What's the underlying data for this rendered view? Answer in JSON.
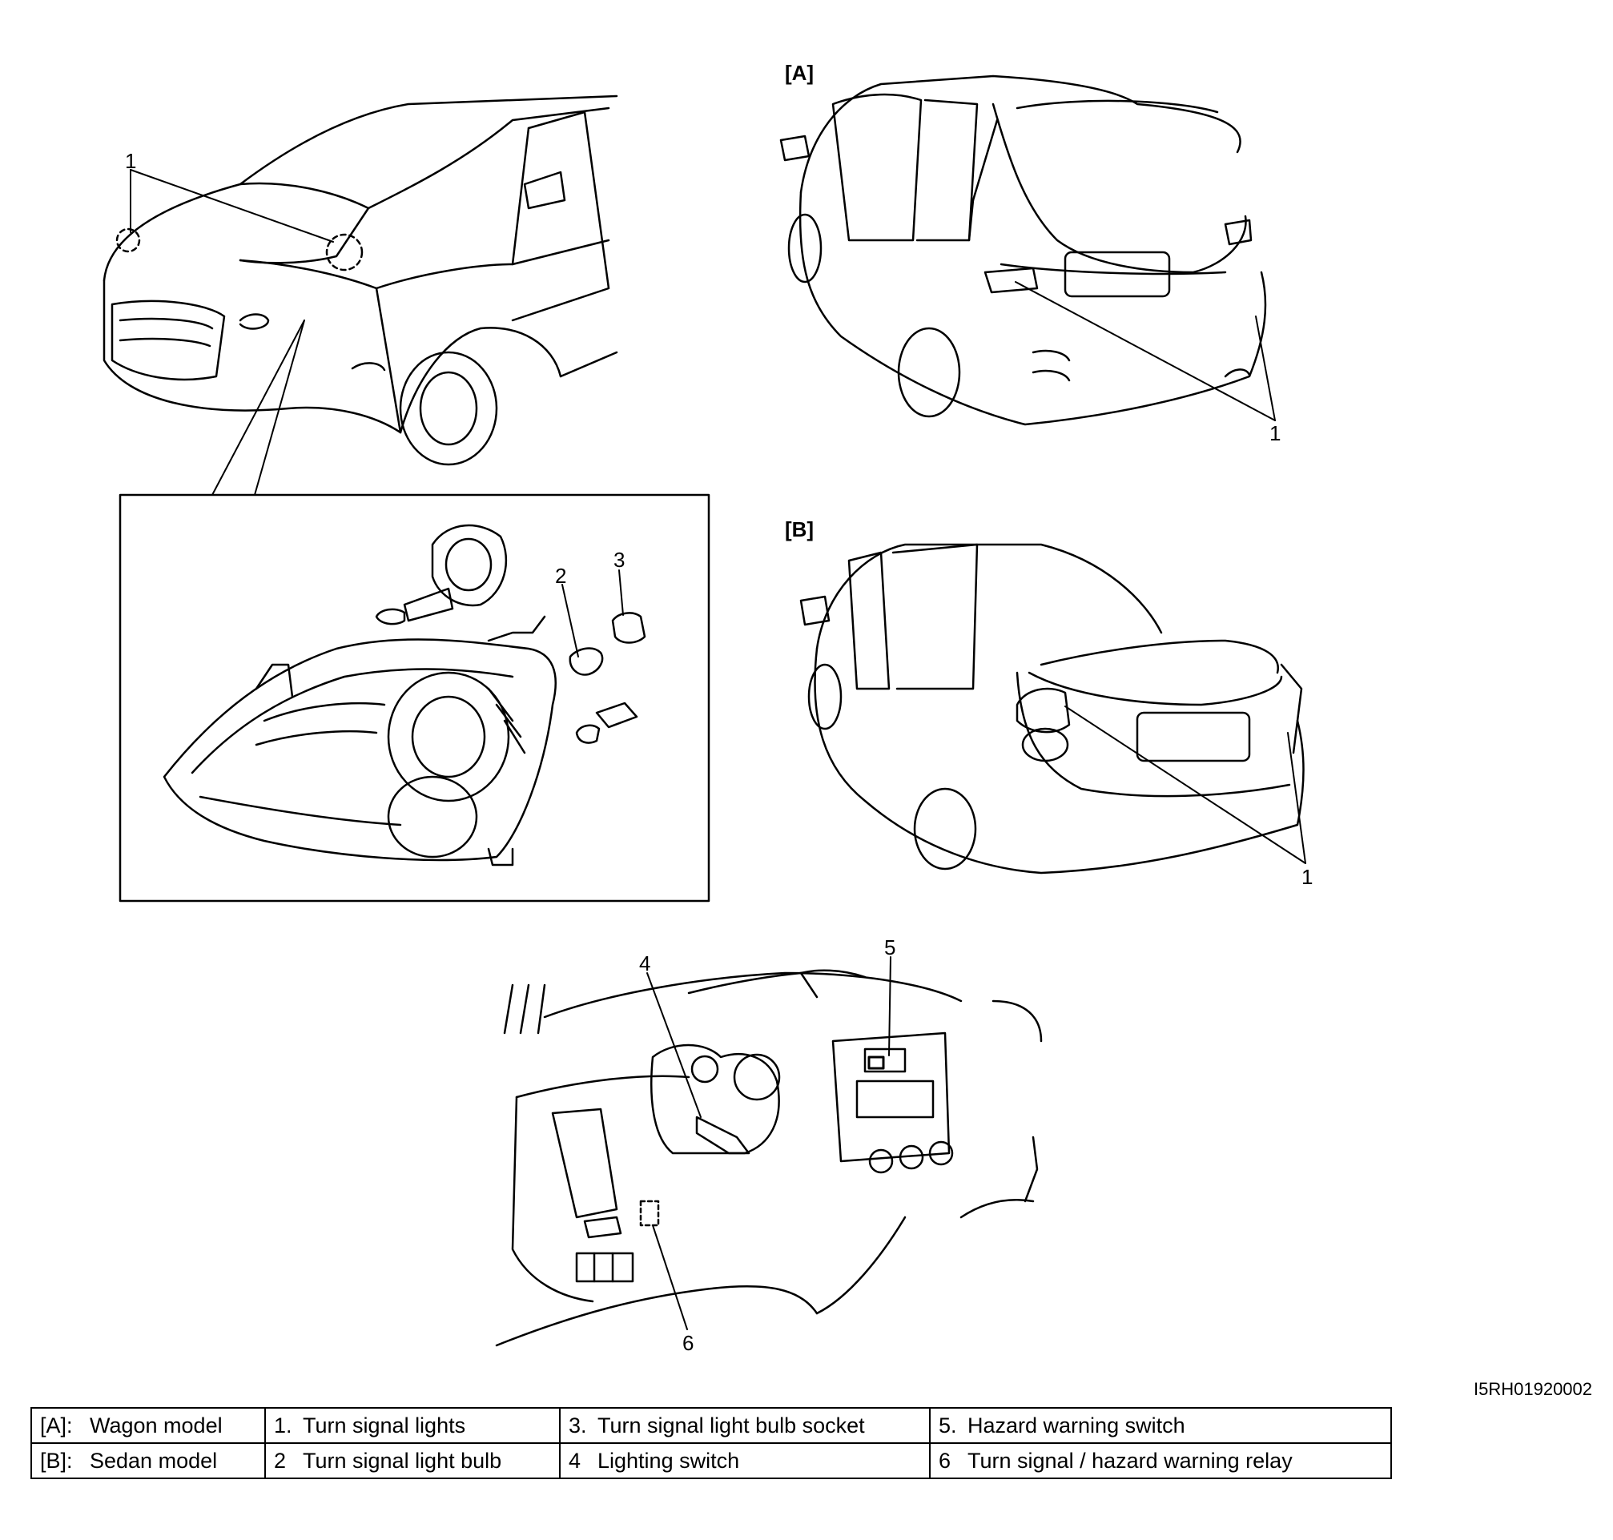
{
  "figure_code": "I5RH01920002",
  "views": {
    "wagon_tag": "[A]",
    "sedan_tag": "[B]"
  },
  "callouts": {
    "front_turn_signal": "1",
    "wagon_rear": "1",
    "sedan_rear": "1",
    "bulb": "2",
    "socket": "3",
    "lighting_switch": "4",
    "hazard_switch": "5",
    "relay": "6"
  },
  "legend": {
    "rows": [
      [
        {
          "tag": "[A]:",
          "text": "Wagon model"
        },
        {
          "tag": "1.",
          "text": "Turn signal lights"
        },
        {
          "tag": "3.",
          "text": "Turn signal light bulb socket"
        },
        {
          "tag": "5.",
          "text": "Hazard warning switch"
        }
      ],
      [
        {
          "tag": "[B]:",
          "text": "Sedan model"
        },
        {
          "tag": "2",
          "text": "Turn signal light bulb"
        },
        {
          "tag": "4",
          "text": "Lighting switch"
        },
        {
          "tag": "6",
          "text": "Turn signal / hazard warning relay"
        }
      ]
    ]
  }
}
